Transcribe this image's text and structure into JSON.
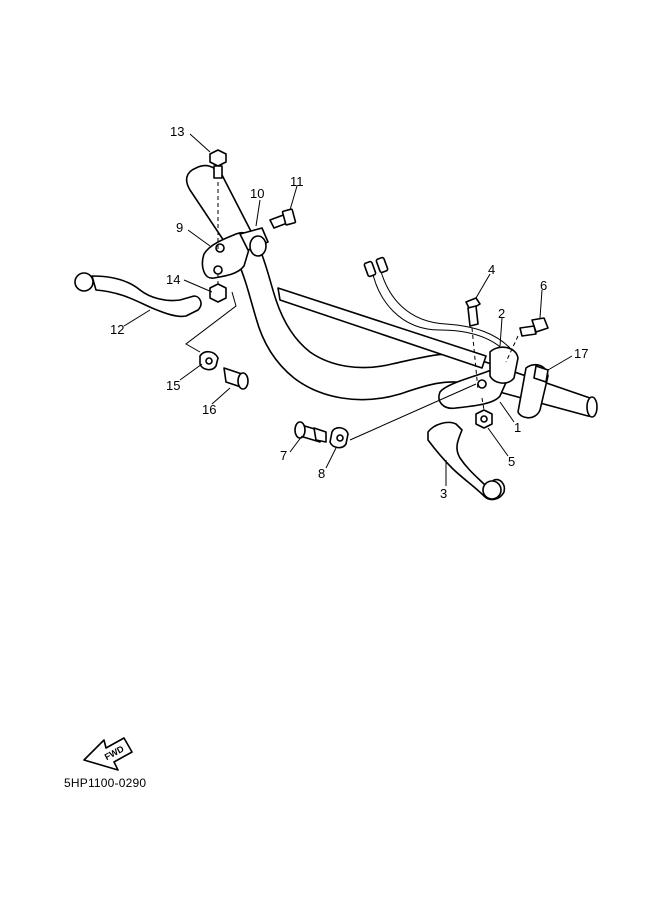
{
  "callouts": [
    {
      "id": "1",
      "text": "1"
    },
    {
      "id": "2",
      "text": "2"
    },
    {
      "id": "3",
      "text": "3"
    },
    {
      "id": "4",
      "text": "4"
    },
    {
      "id": "5",
      "text": "5"
    },
    {
      "id": "6",
      "text": "6"
    },
    {
      "id": "7",
      "text": "7"
    },
    {
      "id": "8",
      "text": "8"
    },
    {
      "id": "9",
      "text": "9"
    },
    {
      "id": "10",
      "text": "10"
    },
    {
      "id": "11",
      "text": "11"
    },
    {
      "id": "12",
      "text": "12"
    },
    {
      "id": "13",
      "text": "13"
    },
    {
      "id": "14",
      "text": "14"
    },
    {
      "id": "15",
      "text": "15"
    },
    {
      "id": "16",
      "text": "16"
    },
    {
      "id": "17",
      "text": "17"
    }
  ],
  "fwd_label": "FWD",
  "reference_code": "5HP1100-0290"
}
